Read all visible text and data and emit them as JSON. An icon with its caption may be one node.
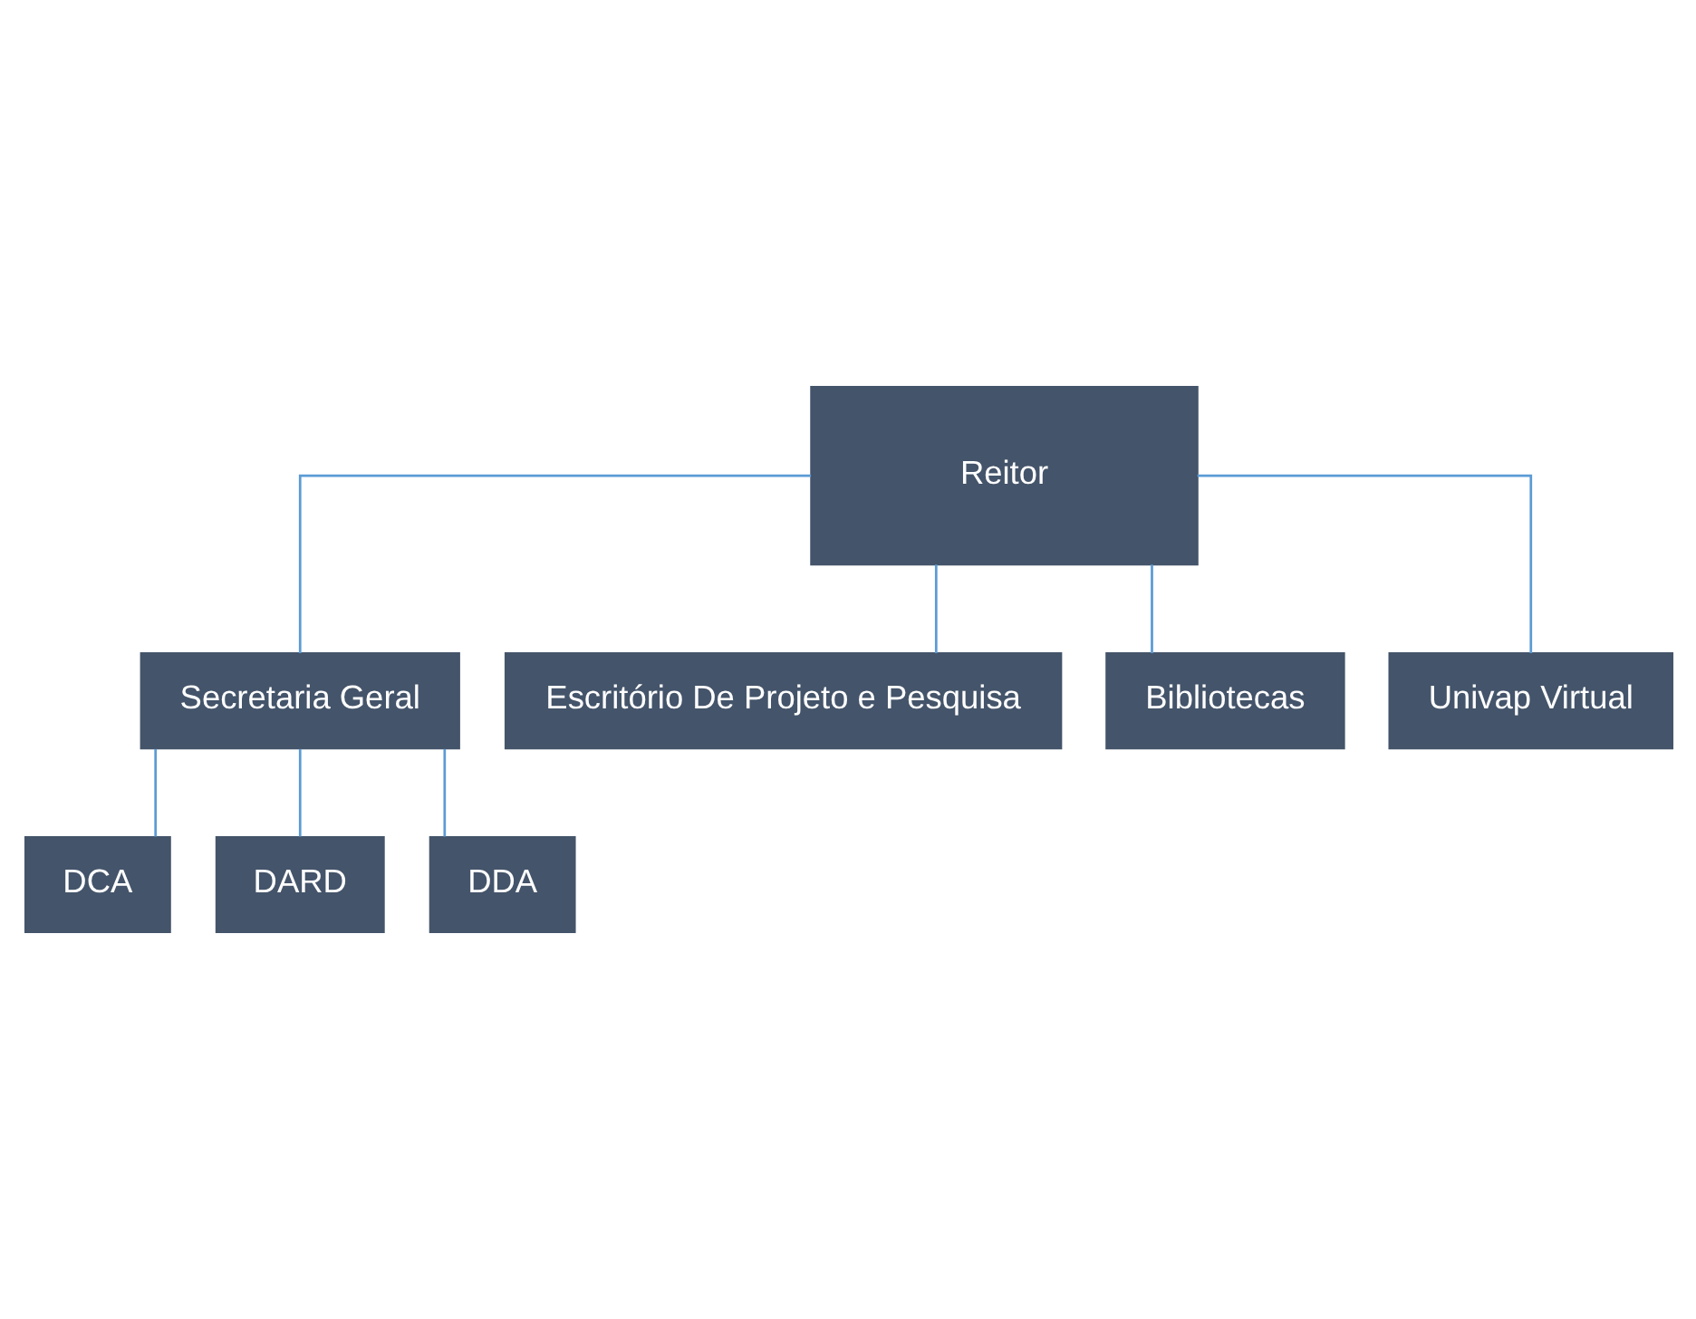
{
  "diagram": {
    "nodes": [
      {
        "text": [
          "Reitor"
        ]
      },
      {
        "text": [
          "Secretaria Geral"
        ]
      },
      {
        "text": [
          "Escritório De Projeto e Pesquisa"
        ]
      },
      {
        "text": [
          "Bibliotecas"
        ]
      },
      {
        "text": [
          "Univap Virtual"
        ]
      },
      {
        "text": [
          "DCA"
        ]
      },
      {
        "text": [
          "DARD"
        ]
      },
      {
        "text": [
          "DDA"
        ]
      }
    ],
    "edges": [
      {
        "from": 0,
        "to": 1,
        "arrow": "none"
      },
      {
        "from": 0,
        "to": 2,
        "arrow": "none"
      },
      {
        "from": 0,
        "to": 3,
        "arrow": "none"
      },
      {
        "from": 0,
        "to": 4,
        "arrow": "none"
      },
      {
        "from": 1,
        "to": 5,
        "arrow": "none"
      },
      {
        "from": 1,
        "to": 6,
        "arrow": "none"
      },
      {
        "from": 1,
        "to": 7,
        "arrow": "none"
      }
    ]
  }
}
